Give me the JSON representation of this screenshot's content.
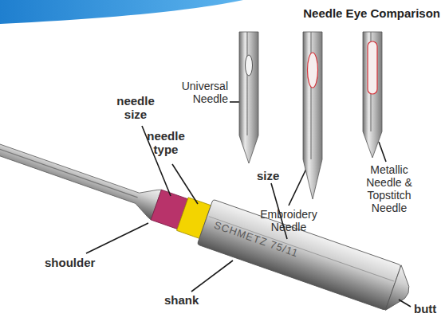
{
  "diagram": {
    "title": "Needle Eye Comparison",
    "labels": [
      "needle size",
      "needle type",
      "shoulder",
      "size",
      "shank",
      "butt",
      "SCHMETZ 75/11",
      "Universal Needle",
      "Embroidery Needle",
      "Metallic Needle & Topstitch Needle"
    ]
  }
}
